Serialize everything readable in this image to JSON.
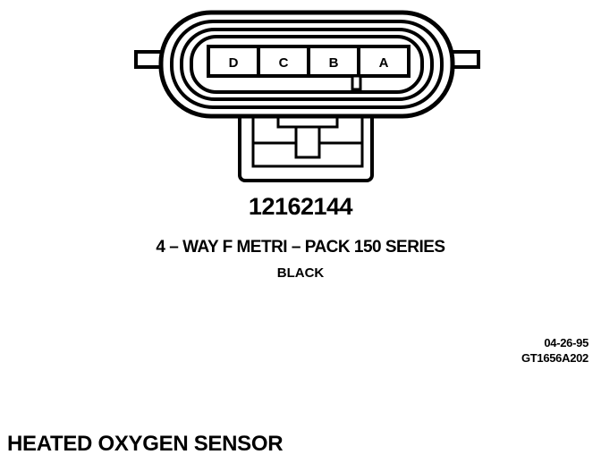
{
  "connector": {
    "pins": [
      "D",
      "C",
      "B",
      "A"
    ],
    "part_number": "12162144",
    "description": "4 – WAY F METRI – PACK 150 SERIES",
    "color": "BLACK"
  },
  "footer": {
    "date_code": "04-26-95",
    "drawing_id": "GT1656A202"
  },
  "component_name": "HEATED OXYGEN SENSOR"
}
